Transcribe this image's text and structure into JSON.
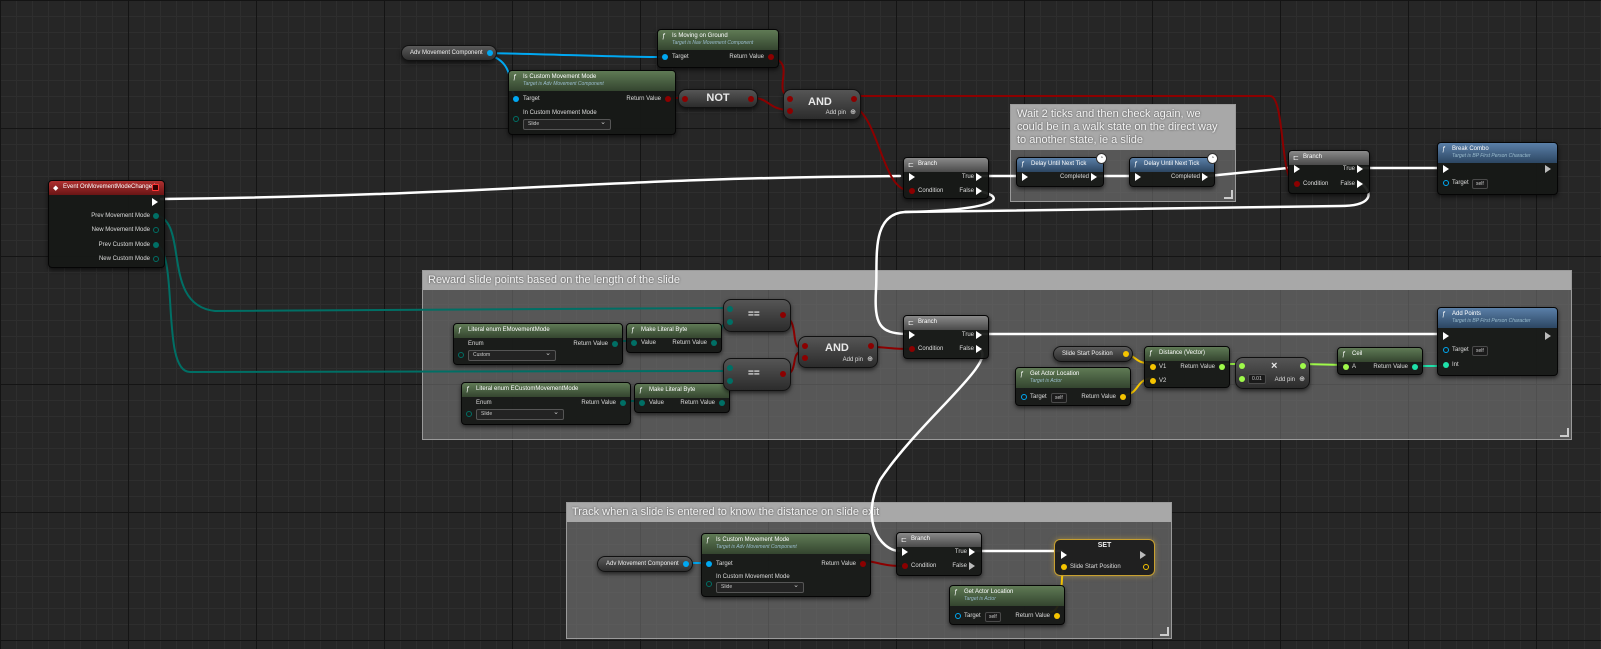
{
  "comments": {
    "wait_ticks": "Wait 2 ticks and then check again, we could be in a walk state on the direct way to another state, ie a slide",
    "reward": "Reward slide points based on the length of the slide",
    "track": "Track when a slide is entered to know the distance on slide exit"
  },
  "event_node": {
    "title": "Event OnMovementModeChanged",
    "pins": [
      "Prev Movement Mode",
      "New Movement Mode",
      "Prev Custom Mode",
      "New Custom Mode"
    ]
  },
  "adv_component_top": "Adv Movement Component",
  "adv_component_bottom": "Adv Movement Component",
  "is_moving_on_ground": {
    "title": "Is Moving on Ground",
    "subtitle": "Target is Nav Movement Component",
    "target": "Target",
    "return": "Return Value"
  },
  "is_custom_mode_top": {
    "title": "Is Custom Movement Mode",
    "subtitle": "Target is Adv Movement Component",
    "target": "Target",
    "return": "Return Value",
    "param": "In Custom Movement Mode",
    "value": "Slide"
  },
  "is_custom_mode_bottom": {
    "title": "Is Custom Movement Mode",
    "subtitle": "Target is Adv Movement Component",
    "target": "Target",
    "return": "Return Value",
    "param": "In Custom Movement Mode",
    "value": "Slide"
  },
  "not_label": "NOT",
  "and_label": "AND",
  "and_label_2": "AND",
  "add_pin": "Add pin",
  "add_pin_2": "Add pin",
  "add_pin_3": "Add pin",
  "eq_label": "==",
  "eq_label_2": "==",
  "branch_labels": {
    "title": "Branch",
    "condition": "Condition",
    "true": "True",
    "false": "False"
  },
  "delay1": {
    "title": "Delay Until Next Tick",
    "completed": "Completed"
  },
  "delay2": {
    "title": "Delay Until Next Tick",
    "completed": "Completed"
  },
  "break_combo": {
    "title": "Break Combo",
    "subtitle": "Target is BP First Person Character",
    "target": "Target",
    "self": "self"
  },
  "literal_emovement": {
    "title": "Literal enum EMovementMode",
    "enum": "Enum",
    "return": "Return Value",
    "value": "Custom"
  },
  "literal_ecustom": {
    "title": "Literal enum ECustomMovementMode",
    "enum": "Enum",
    "return": "Return Value",
    "value": "Slide"
  },
  "make_byte_1": {
    "title": "Make Literal Byte",
    "value": "Value",
    "return": "Return Value"
  },
  "make_byte_2": {
    "title": "Make Literal Byte",
    "value": "Value",
    "return": "Return Value"
  },
  "slide_start_var": "Slide Start Position",
  "get_actor_loc_1": {
    "title": "Get Actor Location",
    "subtitle": "Target is Actor",
    "target": "Target",
    "self": "self",
    "return": "Return Value"
  },
  "get_actor_loc_2": {
    "title": "Get Actor Location",
    "subtitle": "Target is Actor",
    "target": "Target",
    "self": "self",
    "return": "Return Value"
  },
  "distance": {
    "title": "Distance (Vector)",
    "v1": "V1",
    "v2": "V2",
    "return": "Return Value"
  },
  "multiply": {
    "value": "0.01",
    "symbol": "×"
  },
  "ceil": {
    "title": "Ceil",
    "a": "A",
    "return": "Return Value"
  },
  "add_points": {
    "title": "Add Points",
    "subtitle": "Target is BP First Person Character",
    "target": "Target",
    "self": "self",
    "int": "Int"
  },
  "set_node": {
    "title": "SET",
    "pin": "Slide Start Position"
  },
  "colors": {
    "exec": "#ffffff",
    "bool": "#8c0000",
    "object": "#00a8f2",
    "byte": "#006f65",
    "vector": "#f5c400",
    "float": "#9ffa4a",
    "int": "#1fe2aa"
  }
}
